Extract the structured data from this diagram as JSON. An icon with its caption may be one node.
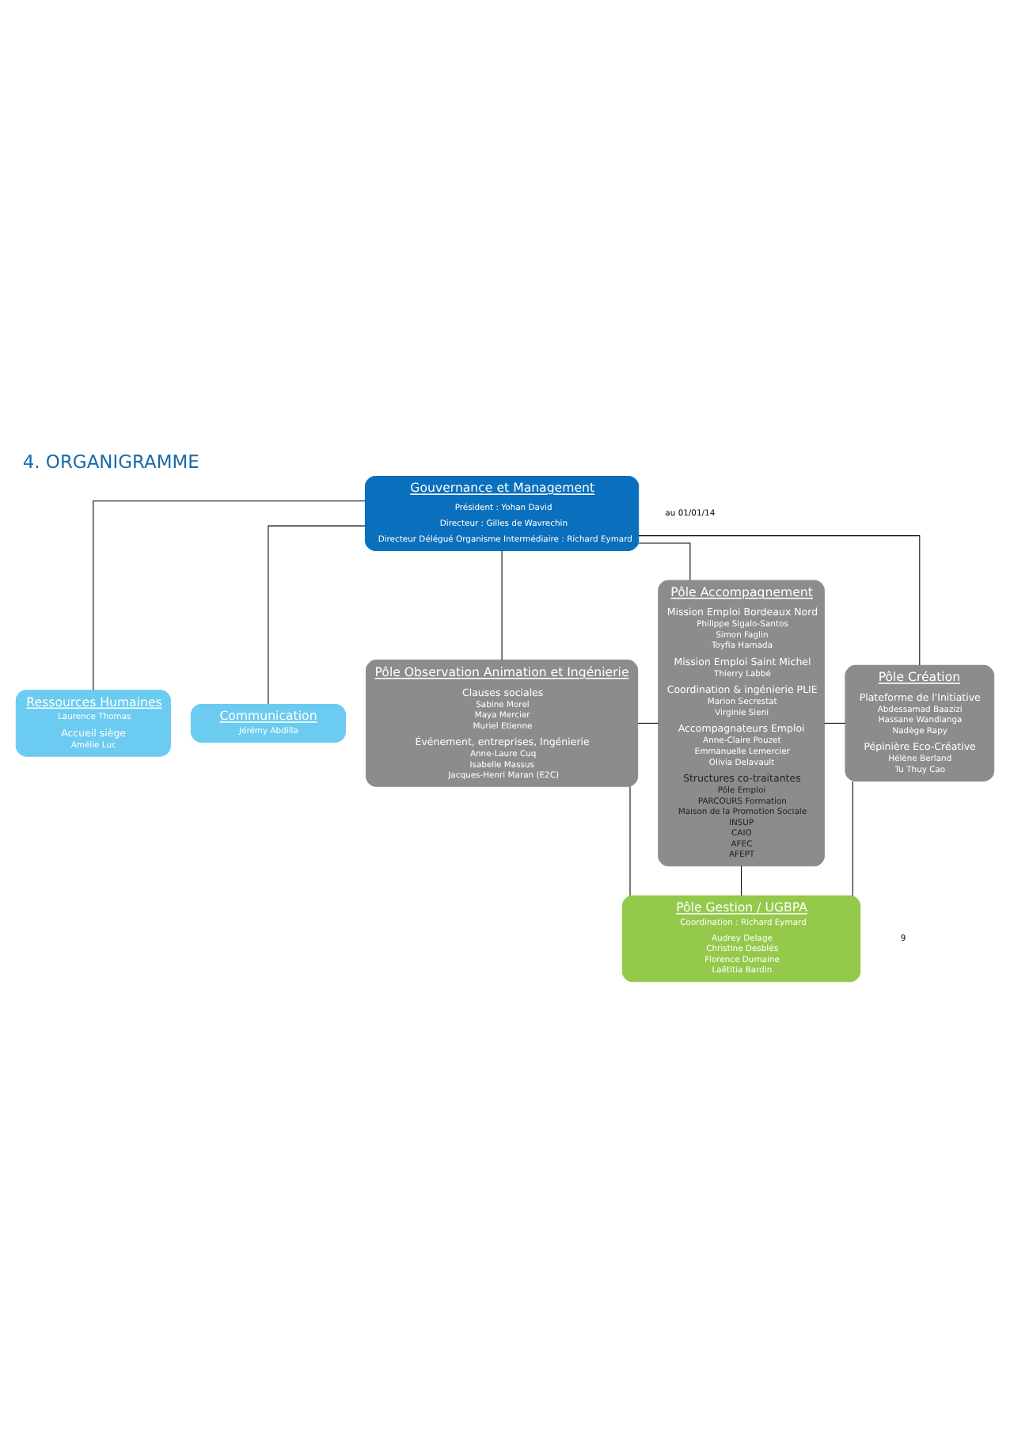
{
  "diagram": {
    "title": "4. ORGANIGRAMME",
    "nodes": [
      {
        "text": [
          "Gouvernance et Management",
          "Président : Yohan David",
          "Directeur : Gilles de Wavrechin",
          "Directeur Délégué Organisme Intermédiaire : Richard Eymard"
        ]
      },
      {
        "text": [
          "Ressources Humaines",
          "Laurence Thomas",
          "Accueil siège",
          "Amélie Luc"
        ]
      },
      {
        "text": [
          "Communication",
          "Jérémy Abdilla"
        ]
      },
      {
        "text": [
          "Pôle Observation Animation et Ingénierie",
          "Clauses sociales",
          "Sabine Morel",
          "Maya Mercier",
          "Muriel Etienne",
          "Événement, entreprises, Ingénierie",
          "Anne-Laure Cuq",
          "Isabelle Massus",
          "Jacques-Henri Maran (E2C)"
        ]
      },
      {
        "text": [
          "Pôle Accompagnement",
          "Mission Emploi Bordeaux Nord",
          "Philippe Sigalo-Santos",
          "Simon Faglin",
          "Toyfia Hamada",
          "Mission Emploi Saint Michel",
          "Thierry Labbé",
          "Coordination & ingénierie PLIE",
          "Marion Secrestat",
          "Virginie Sieni",
          "Accompagnateurs Emploi",
          "Anne-Claire Pouzet",
          "Emmanuelle Lemercier",
          "Olivia Delavault",
          "Structures co-traitantes",
          "Pôle Emploi",
          "PARCOURS Formation",
          "Maison de la Promotion Sociale",
          "INSUP",
          "CAIO",
          "AFEC",
          "AFEPT"
        ]
      },
      {
        "text": [
          "Pôle Création",
          "Plateforme de l'Initiative",
          "Abdessamad Baazizi",
          "Hassane Wandianga",
          "Nadège Rapy",
          "Pépinière Eco-Créative",
          "Hélène Berland",
          "Tu Thuy Cao"
        ]
      },
      {
        "text": [
          "Pôle Gestion / UGBPA",
          "Coordination : Richard Eymard",
          "Audrey Delage",
          "Christine Desblés",
          "Florence Dumaine",
          "Laëtitia Bardin"
        ]
      }
    ],
    "edges": [
      {
        "from": 0,
        "to": 1,
        "arrow": "none"
      },
      {
        "from": 0,
        "to": 2,
        "arrow": "none"
      },
      {
        "from": 0,
        "to": 3,
        "arrow": "none"
      },
      {
        "from": 0,
        "to": 4,
        "arrow": "none"
      },
      {
        "from": 0,
        "to": 5,
        "arrow": "none"
      },
      {
        "from": 3,
        "to": 4,
        "arrow": "none"
      },
      {
        "from": 4,
        "to": 5,
        "arrow": "none"
      },
      {
        "from": 3,
        "to": 6,
        "arrow": "none"
      },
      {
        "from": 4,
        "to": 6,
        "arrow": "none"
      },
      {
        "from": 5,
        "to": 6,
        "arrow": "none"
      }
    ],
    "labels": [
      "au 01/01/14",
      "9"
    ]
  }
}
